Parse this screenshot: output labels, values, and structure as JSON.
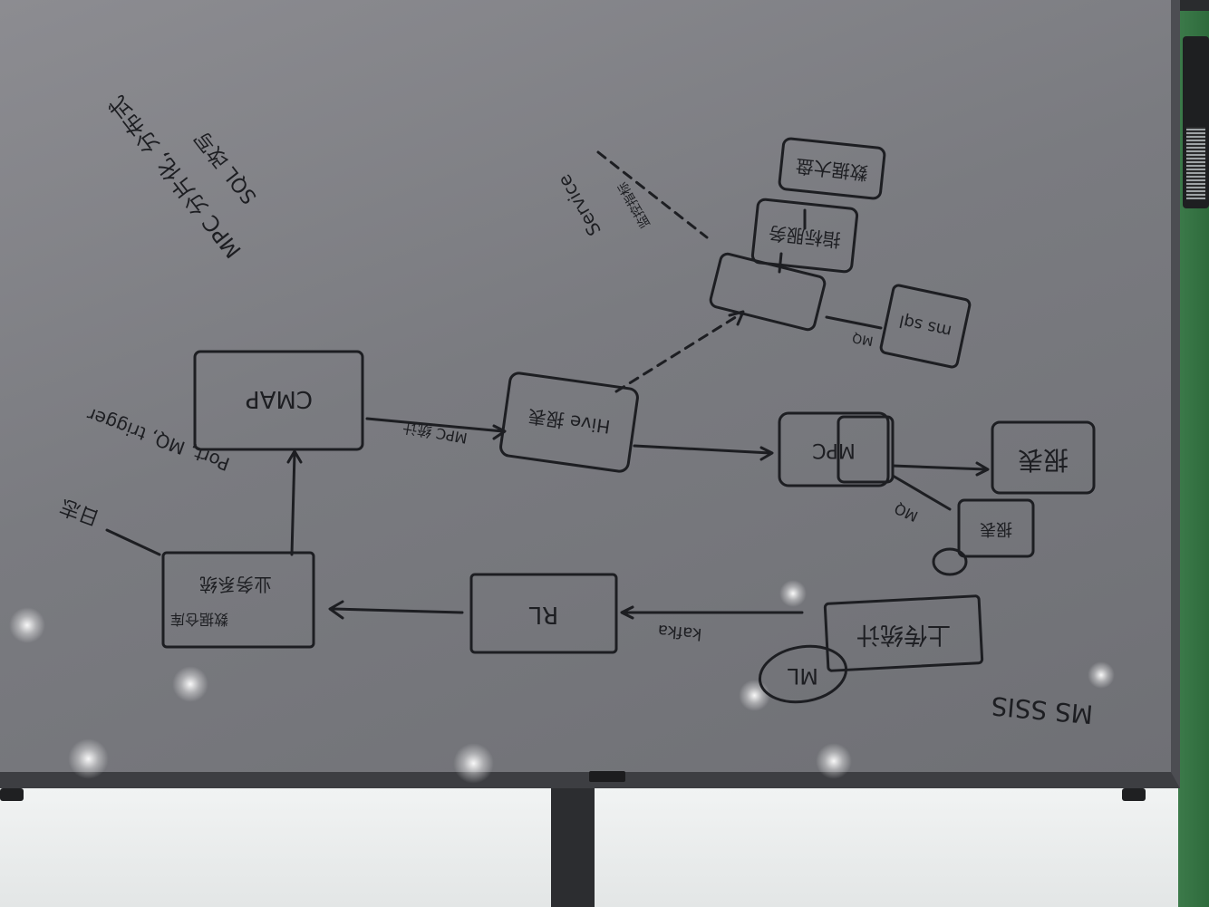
{
  "whiteboard": {
    "nodes": {
      "cmap": "CMAP",
      "hive_report": "Hive 报表",
      "mpc": "MPC",
      "report": "报表",
      "report_small": "报表",
      "rl": "RL",
      "business_system": "业务系统",
      "data_warehouse": "数据仓库",
      "upload_stats": "上传统计",
      "data_dashboard": "数据大盘",
      "metrics_service": "指标服务",
      "ms_sql": "ms sql",
      "ml": "ML"
    },
    "labels": {
      "mpc_label": "MPC 统计",
      "kafka": "kafka",
      "mq_lower": "MQ",
      "log": "日志",
      "ms_ssis": "MS SSIS",
      "service": "Service",
      "mq_upper": "MQ",
      "port_mq_trigger": "Port, MQ, trigger",
      "metrics_link": "监控指标",
      "top_note_1": "MPC 分片化, 分布式",
      "top_note_2": "SQL 改写"
    },
    "colors": {
      "board": "#7a7b80",
      "ink": "#1d1e22",
      "frame": "#3d3e42",
      "wall": "#2e6b3c"
    }
  }
}
